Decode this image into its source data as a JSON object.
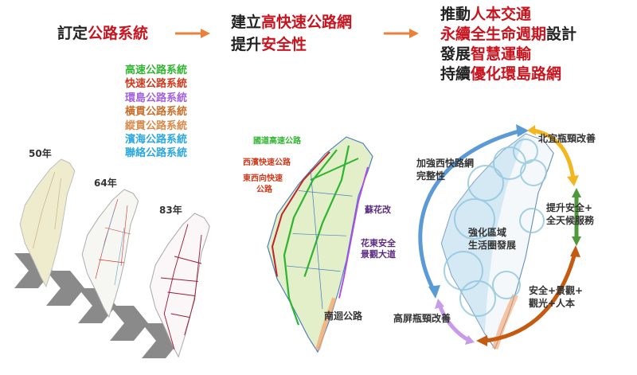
{
  "stage1": {
    "prefix": "訂定",
    "highlight": "公路系統"
  },
  "stage2": {
    "line1": {
      "prefix": "建立",
      "highlight": "高快速公路網"
    },
    "line2": {
      "prefix": "提升",
      "highlight": "安全性"
    }
  },
  "stage3": {
    "line1": {
      "prefix": "推動",
      "highlight": "人本交通",
      "suffix": ""
    },
    "line2": {
      "prefix": "",
      "highlight": "永續全生命週期",
      "suffix": "設計"
    },
    "line3": {
      "prefix": "發展",
      "highlight": "智慧運輸",
      "suffix": ""
    },
    "line4": {
      "prefix": "持續",
      "highlight": "優化環島路網",
      "suffix": ""
    }
  },
  "legend": [
    {
      "label": "高速公路系統",
      "color": "#2fb52f"
    },
    {
      "label": "快速公路系統",
      "color": "#d0391b"
    },
    {
      "label": "環島公路系統",
      "color": "#a25fe0"
    },
    {
      "label": "橫貫公路系統",
      "color": "#c9702c"
    },
    {
      "label": "縱貫公路系統",
      "color": "#d98a4a"
    },
    {
      "label": "濱海公路系統",
      "color": "#2ba7df"
    },
    {
      "label": "聯絡公路系統",
      "color": "#2ba7df"
    }
  ],
  "years": [
    "50年",
    "64年",
    "83年"
  ],
  "middle_map": {
    "freeway": "國道高速公路",
    "west_coast": "西濱快速公路",
    "east_west_line1": "東西向快速",
    "east_west_line2": "公路",
    "suhua": "蘇花改",
    "huadong_line1": "花東安全",
    "huadong_line2": "景觀大道",
    "south_link": "南迴公路"
  },
  "right_map": {
    "beiyi": "北宜瓶頸改善",
    "west_line1": "加強西快路網",
    "west_line2": "完整性",
    "east_line1": "提升安全+",
    "east_line2": "全天候服務",
    "regional_line1": "強化區域",
    "regional_line2": "生活圈發展",
    "south_east_line1": "安全+景觀+",
    "south_east_line2": "觀光+人本",
    "gaoping": "高屏瓶頸改善"
  },
  "colors": {
    "accent_red": "#c8141e",
    "arrow_orange": "#e8823a",
    "blue_arc": "#5b9bd5",
    "yellow_arc": "#f2b61f",
    "green_arc": "#4e9a3a",
    "brown_arc": "#c55a11",
    "purple_arc": "#c79be8"
  }
}
